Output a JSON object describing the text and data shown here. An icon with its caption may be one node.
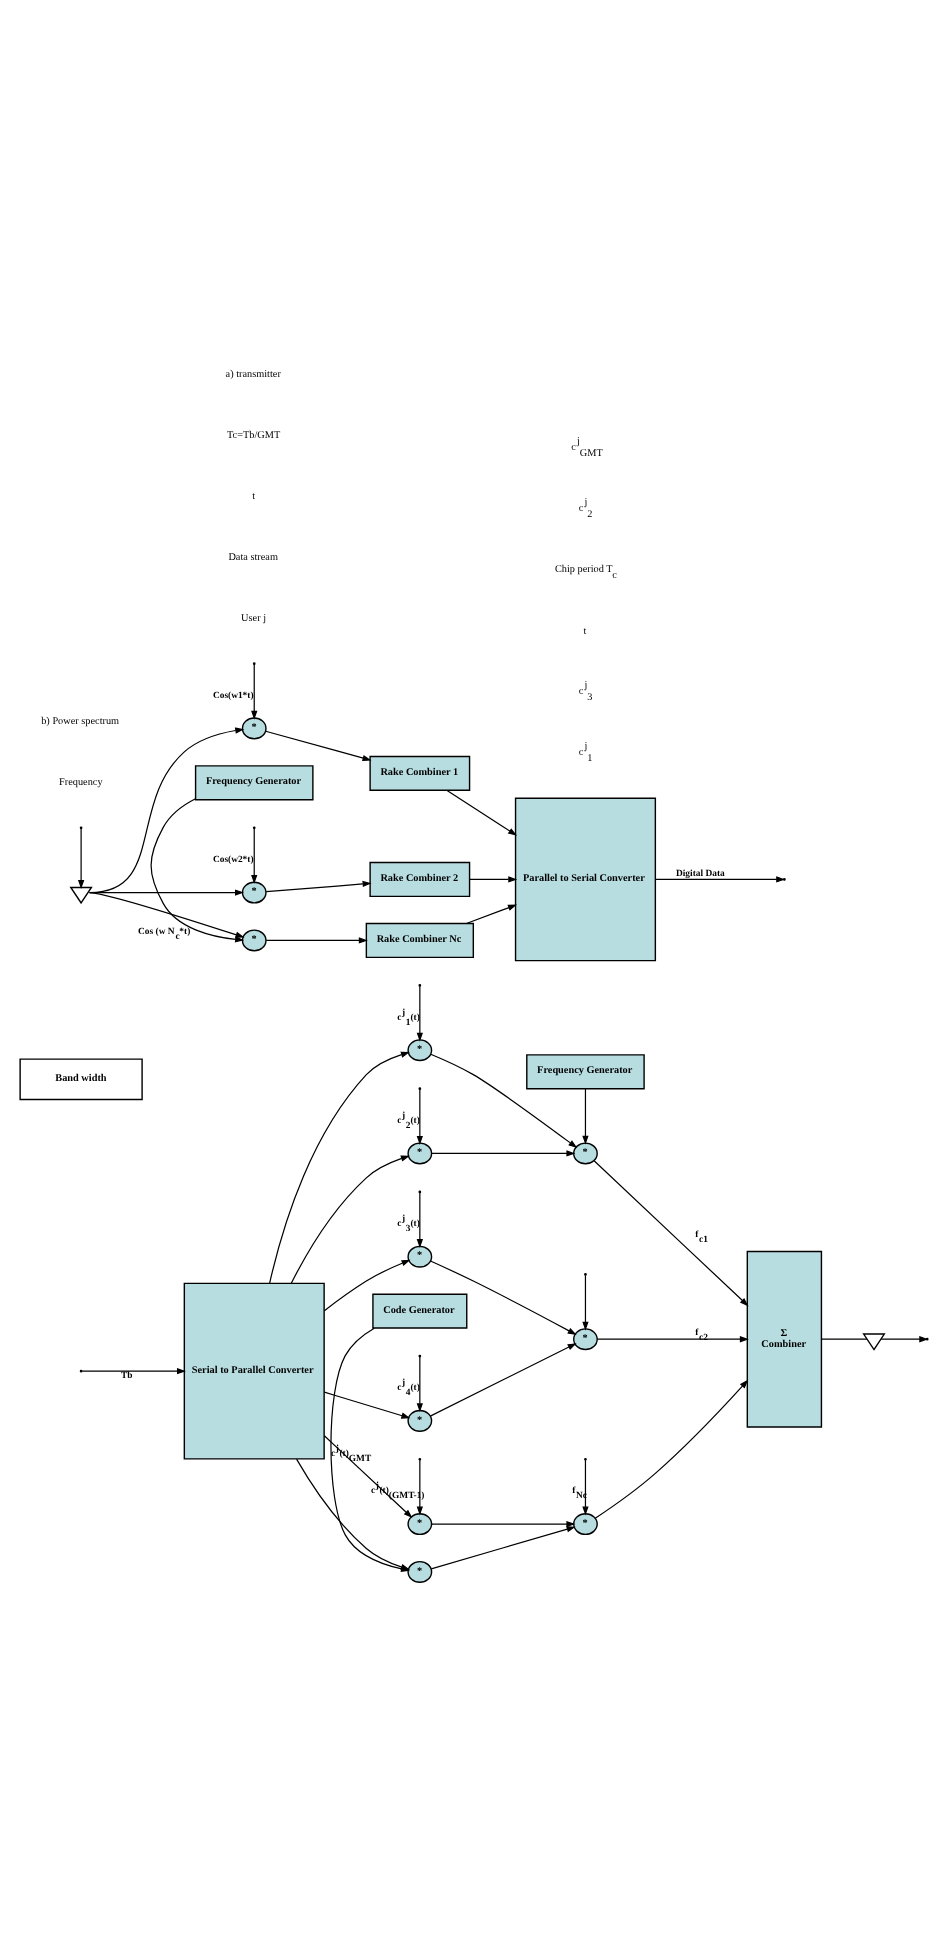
{
  "diagram": {
    "nodes": [
      {
        "text": [
          "Serial to Parallel Converter"
        ]
      },
      {
        "text": [
          "Frequency Generator"
        ]
      },
      {
        "text": [
          "Code Generator"
        ]
      },
      {
        "text": [
          "Σ",
          "Combiner"
        ]
      },
      {
        "text": [
          "*"
        ]
      },
      {
        "text": [
          "*"
        ]
      },
      {
        "text": [
          "*"
        ]
      },
      {
        "text": [
          "*"
        ]
      },
      {
        "text": [
          "*"
        ]
      },
      {
        "text": [
          "*"
        ]
      },
      {
        "text": [
          "*"
        ]
      },
      {
        "text": [
          "*"
        ]
      },
      {
        "text": [
          "*"
        ]
      },
      {
        "text": [],
        "shape": "triangle"
      },
      {
        "text": [
          "Band width"
        ]
      },
      {
        "text": [],
        "shape": "triangle"
      },
      {
        "text": [
          "*"
        ]
      },
      {
        "text": [
          "*"
        ]
      },
      {
        "text": [
          "*"
        ]
      },
      {
        "text": [
          "Rake Combiner 1"
        ]
      },
      {
        "text": [
          "Rake Combiner 2"
        ]
      },
      {
        "text": [
          "Rake Combiner Nc"
        ]
      },
      {
        "text": [
          "Parallel to Serial Converter"
        ]
      },
      {
        "text": [
          "Frequency Generator"
        ]
      }
    ],
    "edges": [
      {
        "from": null,
        "to": 0,
        "arrow": "to",
        "label": "Tb"
      },
      {
        "from": 0,
        "to": 4,
        "arrow": "to"
      },
      {
        "from": 0,
        "to": 5,
        "arrow": "to"
      },
      {
        "from": 0,
        "to": 6,
        "arrow": "to"
      },
      {
        "from": 0,
        "to": 7,
        "arrow": "to"
      },
      {
        "from": 0,
        "to": 8,
        "arrow": "to"
      },
      {
        "from": 0,
        "to": 9,
        "arrow": "to"
      },
      {
        "from": null,
        "to": 4,
        "arrow": "to",
        "label": "c$^{j}$$_{1}$(t)"
      },
      {
        "from": null,
        "to": 5,
        "arrow": "to",
        "label": "c$^{j}$$_{2}$(t)"
      },
      {
        "from": null,
        "to": 6,
        "arrow": "to",
        "label": "c$^{j}$$_{3}$(t)"
      },
      {
        "from": null,
        "to": 7,
        "arrow": "to",
        "label": "c$^{j}$$_{4}$(t)"
      },
      {
        "from": null,
        "to": 8,
        "arrow": "to",
        "label": "c$^{j}$(t)$_{(GMT-1)}$"
      },
      {
        "from": 2,
        "to": 9,
        "arrow": "to",
        "label": "c$^{j}$(t)$_{GMT}$"
      },
      {
        "from": 4,
        "to": 10,
        "arrow": "to"
      },
      {
        "from": 5,
        "to": 10,
        "arrow": "to"
      },
      {
        "from": 6,
        "to": 11,
        "arrow": "to"
      },
      {
        "from": 7,
        "to": 11,
        "arrow": "to"
      },
      {
        "from": 8,
        "to": 12,
        "arrow": "to"
      },
      {
        "from": 9,
        "to": 12,
        "arrow": "to"
      },
      {
        "from": 1,
        "to": 10,
        "arrow": "to"
      },
      {
        "from": null,
        "to": 11,
        "arrow": "to"
      },
      {
        "from": null,
        "to": 12,
        "arrow": "to",
        "label": "f$_{Nc}$"
      },
      {
        "from": 10,
        "to": 3,
        "arrow": "to",
        "label": "f$_{c1}$"
      },
      {
        "from": 11,
        "to": 3,
        "arrow": "to",
        "label": "f$_{c2}$"
      },
      {
        "from": 12,
        "to": 3,
        "arrow": "to"
      },
      {
        "from": 3,
        "to": 13,
        "arrow": "none"
      },
      {
        "from": 13,
        "to": null,
        "arrow": "to"
      },
      {
        "from": null,
        "to": 15,
        "arrow": "to"
      },
      {
        "from": 15,
        "to": 16,
        "arrow": "to"
      },
      {
        "from": 15,
        "to": 17,
        "arrow": "to"
      },
      {
        "from": 15,
        "to": 18,
        "arrow": "to"
      },
      {
        "from": null,
        "to": 16,
        "arrow": "to",
        "label": "Cos(w1*t)"
      },
      {
        "from": null,
        "to": 17,
        "arrow": "to",
        "label": "Cos(w2*t)"
      },
      {
        "from": 23,
        "to": 18,
        "arrow": "to",
        "label": "Cos (w N$_{c}$*t)"
      },
      {
        "from": 16,
        "to": 19,
        "arrow": "to"
      },
      {
        "from": 17,
        "to": 20,
        "arrow": "to"
      },
      {
        "from": 18,
        "to": 21,
        "arrow": "to"
      },
      {
        "from": 19,
        "to": 22,
        "arrow": "to"
      },
      {
        "from": 20,
        "to": 22,
        "arrow": "to"
      },
      {
        "from": 21,
        "to": 22,
        "arrow": "to"
      },
      {
        "from": 22,
        "to": null,
        "arrow": "to",
        "label": "Digital Data"
      }
    ],
    "labels": [
      "User j",
      "Data stream",
      "t",
      "Tc=Tb/GMT",
      "c$^{j}$$_{1}$",
      "c$^{j}$$_{3}$",
      "t",
      "Chip period T$_{c}$",
      "c$^{j}$$_{2}$",
      "c$^{j}$$_{GMT}$",
      "a) transmitter",
      "Frequency",
      "b) Power spectrum"
    ]
  }
}
